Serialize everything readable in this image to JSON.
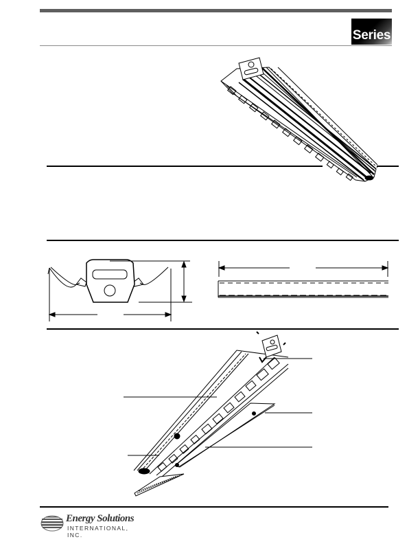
{
  "header": {
    "badge_label": "Series"
  },
  "figures": {
    "hero": {
      "name": "fixture-perspective-view"
    },
    "end_view": {
      "name": "fixture-end-view-dimensions"
    },
    "side_view": {
      "name": "fixture-side-view-dimensions"
    },
    "exploded": {
      "name": "fixture-exploded-view",
      "callout_count": 5
    }
  },
  "footer": {
    "company_line1": "Energy Solutions",
    "company_line2": "INTERNATIONAL, INC."
  },
  "colors": {
    "top_rule": "#5f5f5f",
    "thin_rule": "#8a8a8a",
    "section_rule": "#000000",
    "badge_bg": "#000000",
    "badge_text": "#ffffff"
  }
}
